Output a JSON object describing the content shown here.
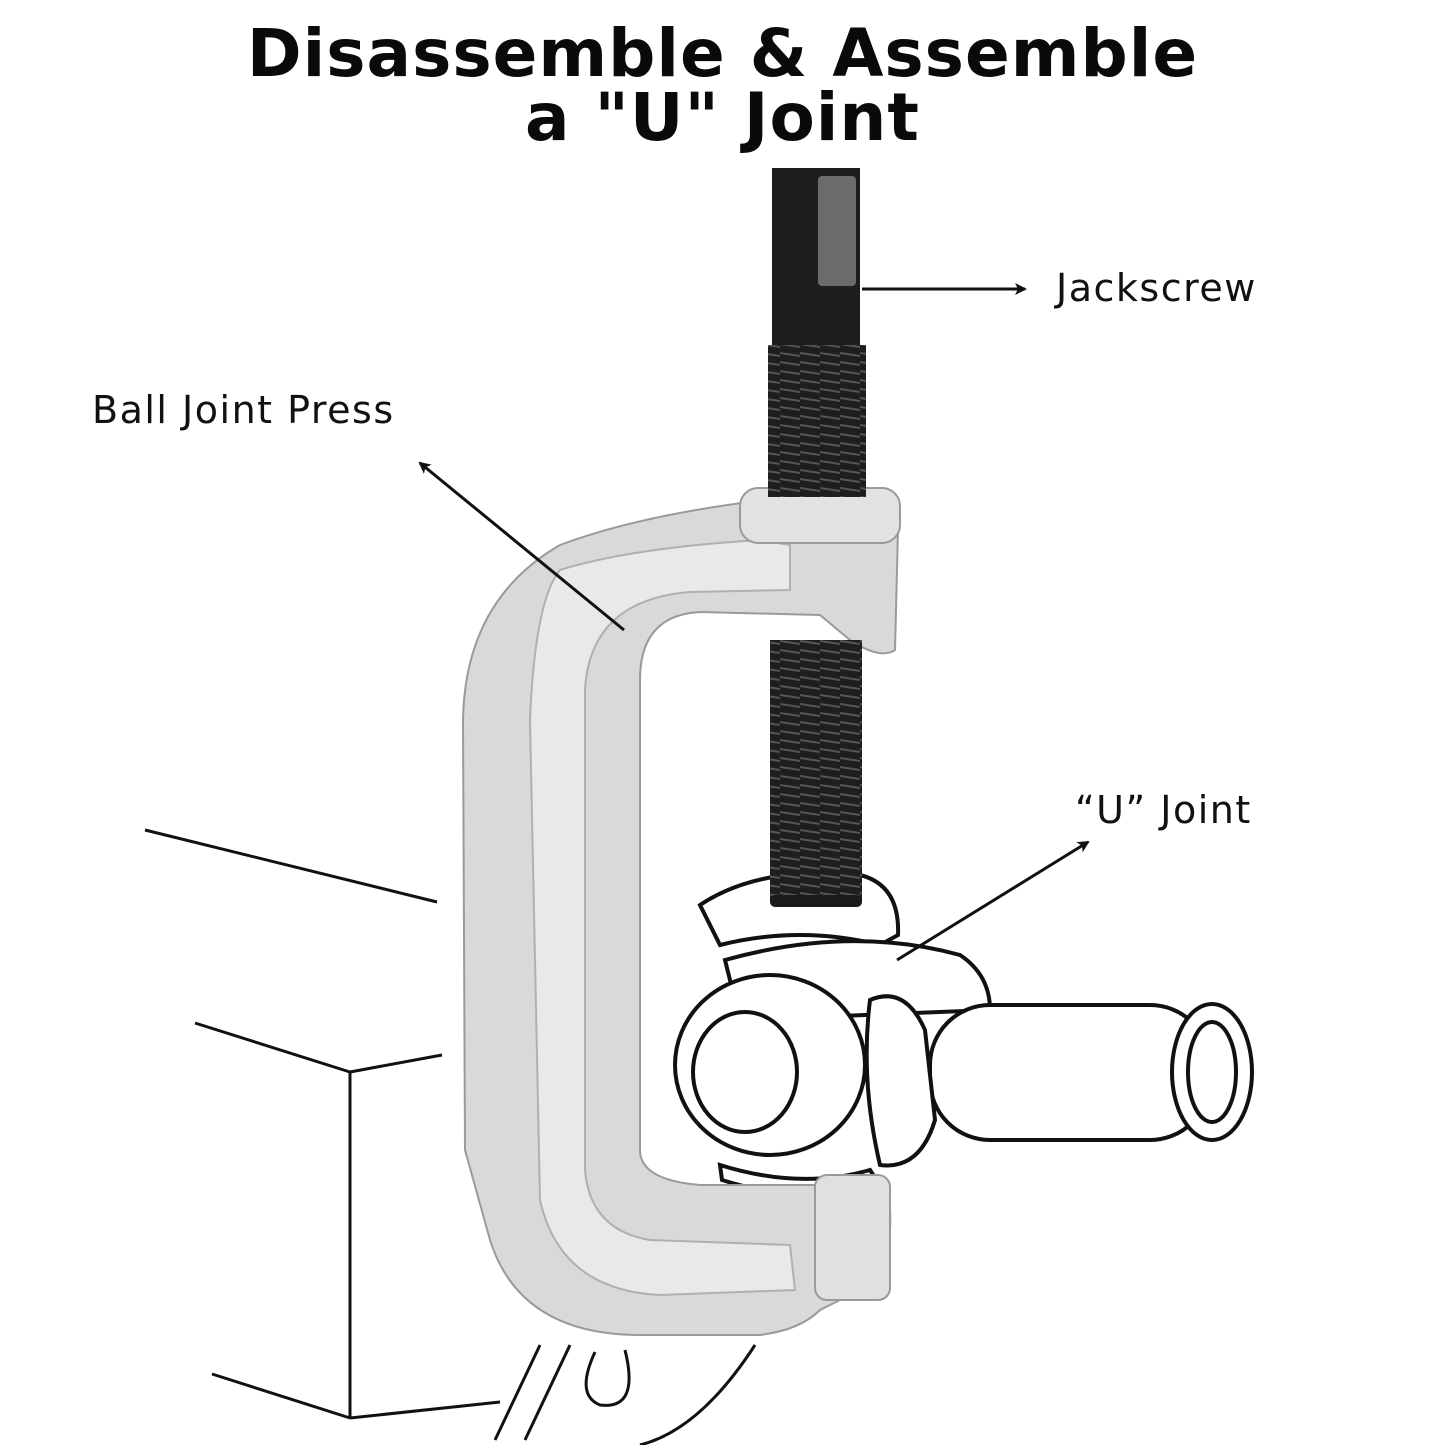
{
  "title": {
    "line1": "Disassemble & Assemble",
    "line2": "a \"U\" Joint"
  },
  "labels": {
    "jackscrew": "Jackscrew",
    "ball_joint_press": "Ball Joint Press",
    "u_joint": "“U” Joint"
  },
  "colors": {
    "press_body": "#d9d9d9",
    "jackscrew": "#1a1a1a",
    "line_art": "#111111"
  }
}
